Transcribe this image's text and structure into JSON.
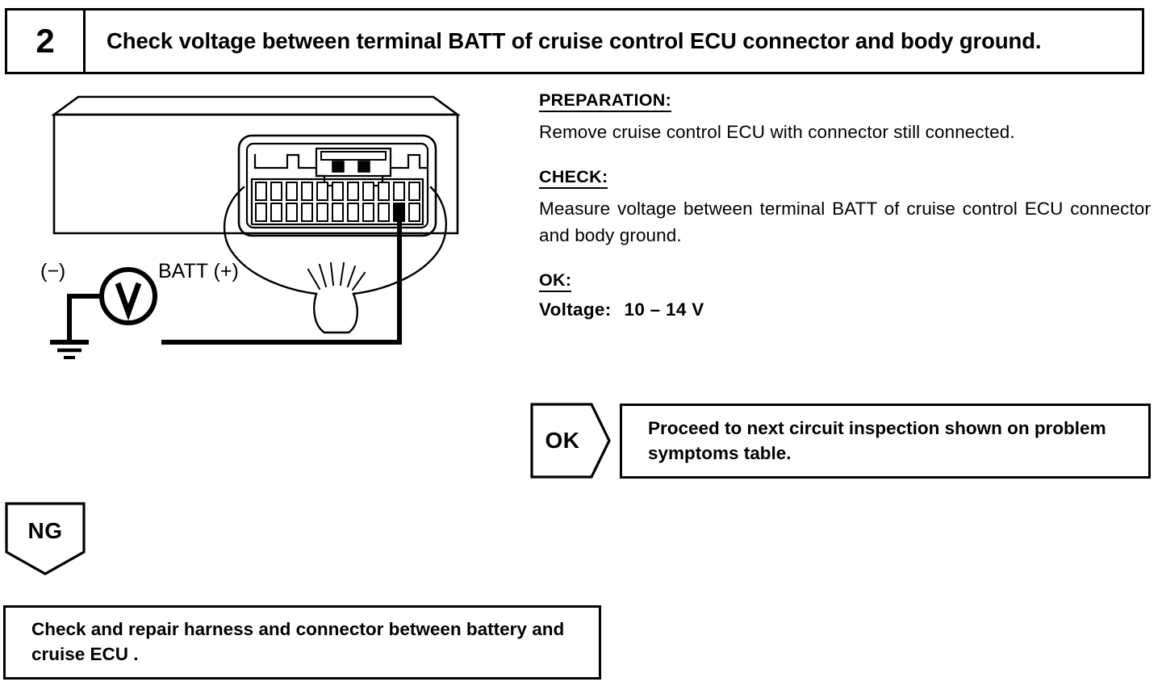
{
  "step": {
    "number": "2",
    "title": "Check voltage between terminal BATT of cruise control ECU connector and body ground."
  },
  "instructions": {
    "preparation": {
      "heading": "PREPARATION:",
      "body": "Remove cruise control ECU with connector still connected."
    },
    "check": {
      "heading": "CHECK:",
      "body": "Measure voltage between terminal BATT of cruise control ECU connector and body ground."
    },
    "ok": {
      "heading": "OK:",
      "label": "Voltage:",
      "value": "10 – 14 V",
      "value_min": "10",
      "value_max": "14",
      "unit": "V",
      "separator": "–"
    }
  },
  "branches": {
    "ok": {
      "marker": "OK",
      "result": "Proceed to next circuit inspection shown on problem symptoms table."
    },
    "ng": {
      "marker": "NG",
      "result": "Check and repair harness and connector between battery and cruise ECU ."
    }
  },
  "diagram": {
    "labels": {
      "negative_probe": "(−)",
      "positive_probe": "BATT (+)",
      "meter": "V"
    },
    "connector": {
      "rows": 2,
      "terminals_per_row": 11,
      "highlighted_terminal": "BATT",
      "highlighted_row": "bottom",
      "highlighted_index": 10
    }
  },
  "colors": {
    "ink": "#000000",
    "paper": "#ffffff"
  }
}
